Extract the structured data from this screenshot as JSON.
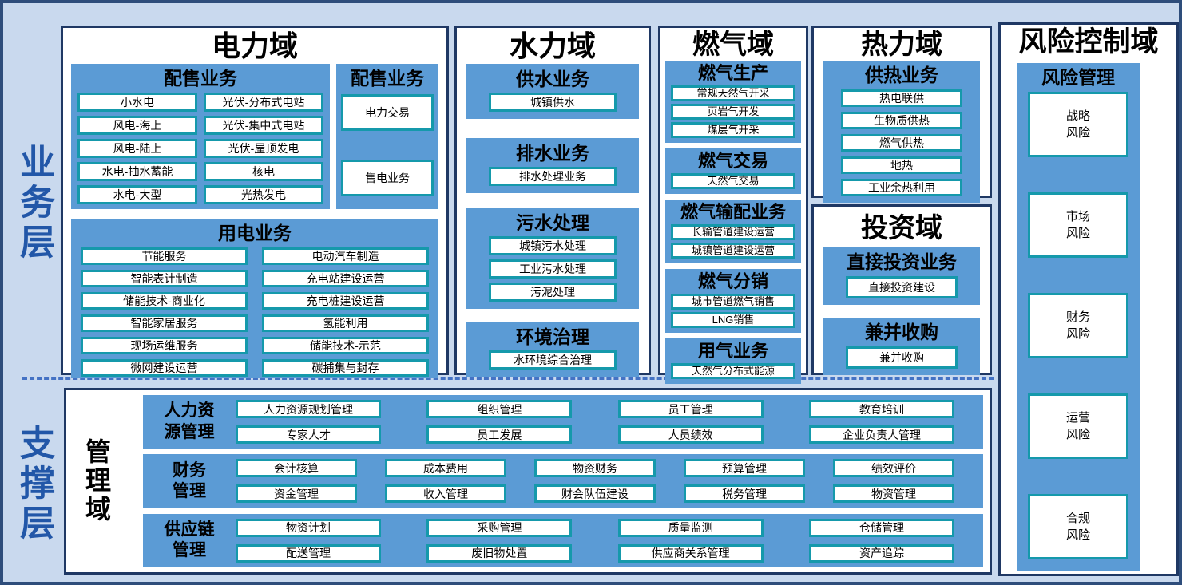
{
  "colors": {
    "page_background": "#c9d9ee",
    "outer_border": "#2e4d7b",
    "container_border": "#1f3864",
    "section_blue": "#5b9bd5",
    "item_border_teal": "#1599ab",
    "layer_label_blue": "#2257a8",
    "divider_blue": "#4472c4"
  },
  "layers": {
    "business_label": "业务层",
    "support_label": "支撑层"
  },
  "power": {
    "title": "电力域",
    "distribution": {
      "title": "配售业务",
      "items": [
        "小水电",
        "光伏-分布式电站",
        "风电-海上",
        "光伏-集中式电站",
        "风电-陆上",
        "光伏-屋顶发电",
        "水电-抽水蓄能",
        "核电",
        "水电-大型",
        "光热发电"
      ]
    },
    "trading": {
      "title": "配售业务",
      "items": [
        "电力交易",
        "售电业务"
      ]
    },
    "consumption": {
      "title": "用电业务",
      "items": [
        "节能服务",
        "电动汽车制造",
        "智能表计制造",
        "充电站建设运营",
        "储能技术-商业化",
        "充电桩建设运营",
        "智能家居服务",
        "氢能利用",
        "现场运维服务",
        "储能技术-示范",
        "微网建设运营",
        "碳捕集与封存"
      ]
    }
  },
  "water": {
    "title": "水力域",
    "supply": {
      "title": "供水业务",
      "items": [
        "城镇供水"
      ]
    },
    "drainage": {
      "title": "排水业务",
      "items": [
        "排水处理业务"
      ]
    },
    "sewage": {
      "title": "污水处理",
      "items": [
        "城镇污水处理",
        "工业污水处理",
        "污泥处理"
      ]
    },
    "environment": {
      "title": "环境治理",
      "items": [
        "水环境综合治理"
      ]
    }
  },
  "gas": {
    "title": "燃气域",
    "production": {
      "title": "燃气生产",
      "items": [
        "常规天然气开采",
        "页岩气开发",
        "煤层气开采"
      ]
    },
    "trading": {
      "title": "燃气交易",
      "items": [
        "天然气交易"
      ]
    },
    "transmission": {
      "title": "燃气输配业务",
      "items": [
        "长输管道建设运营",
        "城镇管道建设运营"
      ]
    },
    "distribution": {
      "title": "燃气分销",
      "items": [
        "城市管道燃气销售",
        "LNG销售"
      ]
    },
    "usage": {
      "title": "用气业务",
      "items": [
        "天然气分布式能源"
      ]
    }
  },
  "heat": {
    "title": "热力域",
    "supply": {
      "title": "供热业务",
      "items": [
        "热电联供",
        "生物质供热",
        "燃气供热",
        "地热",
        "工业余热利用"
      ]
    }
  },
  "investment": {
    "title": "投资域",
    "direct": {
      "title": "直接投资业务",
      "items": [
        "直接投资建设"
      ]
    },
    "merger": {
      "title": "兼并收购",
      "items": [
        "兼并收购"
      ]
    }
  },
  "risk": {
    "title": "风险控制域",
    "management": {
      "title": "风险管理",
      "items": [
        "战略\n风险",
        "市场\n风险",
        "财务\n风险",
        "运营\n风险",
        "合规\n风险"
      ]
    }
  },
  "management": {
    "title": "管理域",
    "rows": [
      {
        "label": "人力资\n源管理",
        "groups": [
          [
            "人力资源规划管理",
            "专家人才"
          ],
          [
            "组织管理",
            "员工发展"
          ],
          [
            "员工管理",
            "人员绩效"
          ],
          [
            "教育培训",
            "企业负责人管理"
          ]
        ]
      },
      {
        "label": "财务\n管理",
        "groups": [
          [
            "会计核算",
            "资金管理"
          ],
          [
            "成本费用",
            "收入管理"
          ],
          [
            "物资财务",
            "财会队伍建设"
          ],
          [
            "预算管理",
            "税务管理"
          ],
          [
            "绩效评价",
            "物资管理"
          ]
        ]
      },
      {
        "label": "供应链\n管理",
        "groups": [
          [
            "物资计划",
            "配送管理"
          ],
          [
            "采购管理",
            "废旧物处置"
          ],
          [
            "质量监测",
            "供应商关系管理"
          ],
          [
            "仓储管理",
            "资产追踪"
          ]
        ]
      }
    ]
  }
}
